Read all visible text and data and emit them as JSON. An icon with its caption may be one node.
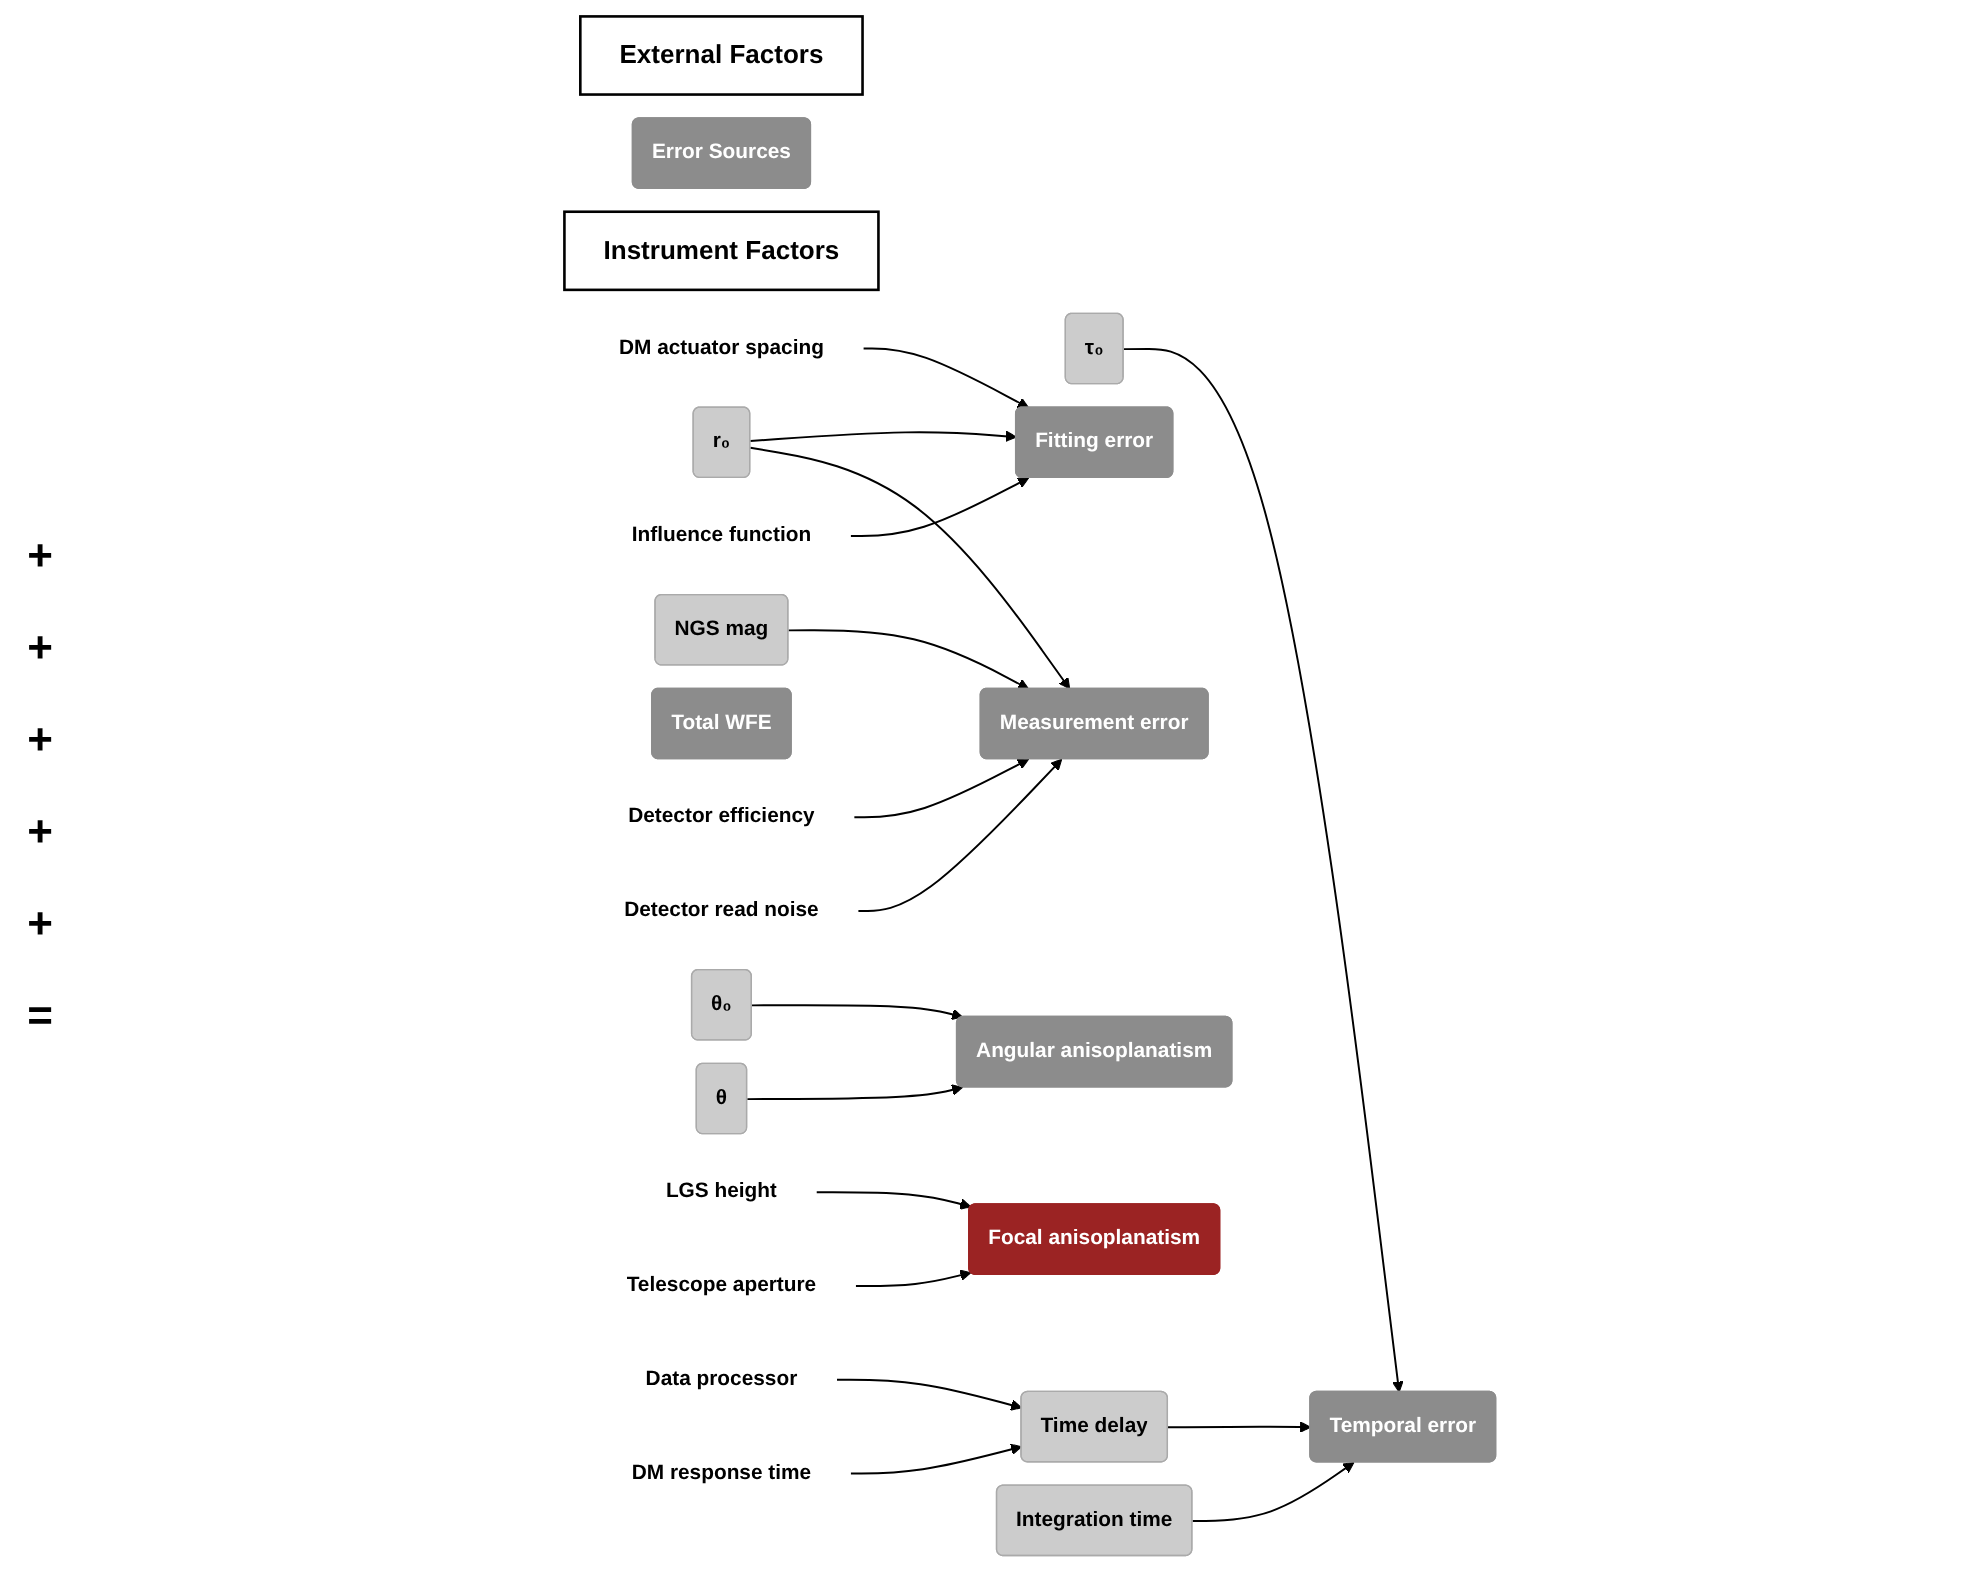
{
  "diagram": {
    "nodes": [
      {
        "text": [
          "External Factors"
        ]
      },
      {
        "text": [
          "Error Sources"
        ]
      },
      {
        "text": [
          "Instrument Factors"
        ]
      },
      {
        "text": [
          "r₀"
        ]
      },
      {
        "text": [
          "τ₀"
        ]
      },
      {
        "text": [
          "NGS mag"
        ]
      },
      {
        "text": [
          "θ₀"
        ]
      },
      {
        "text": [
          "θ"
        ]
      },
      {
        "text": [
          "Fitting error"
        ]
      },
      {
        "text": [
          "Temporal error"
        ]
      },
      {
        "text": [
          "Measurement error"
        ]
      },
      {
        "text": [
          "Angular anisoplanatism"
        ]
      },
      {
        "text": [
          "Focal anisoplanatism"
        ]
      },
      {
        "text": [
          "Total WFE"
        ]
      },
      {
        "text": [
          "DM actuator spacing"
        ]
      },
      {
        "text": [
          "Influence function"
        ]
      },
      {
        "text": [
          "Time delay"
        ]
      },
      {
        "text": [
          "Data processor"
        ]
      },
      {
        "text": [
          "DM response time"
        ]
      },
      {
        "text": [
          "Integration time"
        ]
      },
      {
        "text": [
          "Detector efficiency"
        ]
      },
      {
        "text": [
          "Detector read noise"
        ]
      },
      {
        "text": [
          "LGS height"
        ]
      },
      {
        "text": [
          "Telescope aperture"
        ]
      }
    ],
    "edges": [
      {
        "from": 3,
        "to": 8,
        "arrow": "to"
      },
      {
        "from": 3,
        "to": 10,
        "arrow": "to"
      },
      {
        "from": 4,
        "to": 9,
        "arrow": "to"
      },
      {
        "from": 5,
        "to": 10,
        "arrow": "to"
      },
      {
        "from": 6,
        "to": 11,
        "arrow": "to"
      },
      {
        "from": 7,
        "to": 11,
        "arrow": "to"
      },
      {
        "from": 14,
        "to": 8,
        "arrow": "to"
      },
      {
        "from": 15,
        "to": 8,
        "arrow": "to"
      },
      {
        "from": 17,
        "to": 16,
        "arrow": "to"
      },
      {
        "from": 18,
        "to": 16,
        "arrow": "to"
      },
      {
        "from": 16,
        "to": 9,
        "arrow": "to"
      },
      {
        "from": 19,
        "to": 9,
        "arrow": "to"
      },
      {
        "from": 20,
        "to": 10,
        "arrow": "to"
      },
      {
        "from": 21,
        "to": 10,
        "arrow": "to"
      },
      {
        "from": 22,
        "to": 12,
        "arrow": "to"
      },
      {
        "from": 23,
        "to": 12,
        "arrow": "to"
      }
    ],
    "labels": [
      "+",
      "+",
      "+",
      "+",
      "+",
      "="
    ]
  }
}
